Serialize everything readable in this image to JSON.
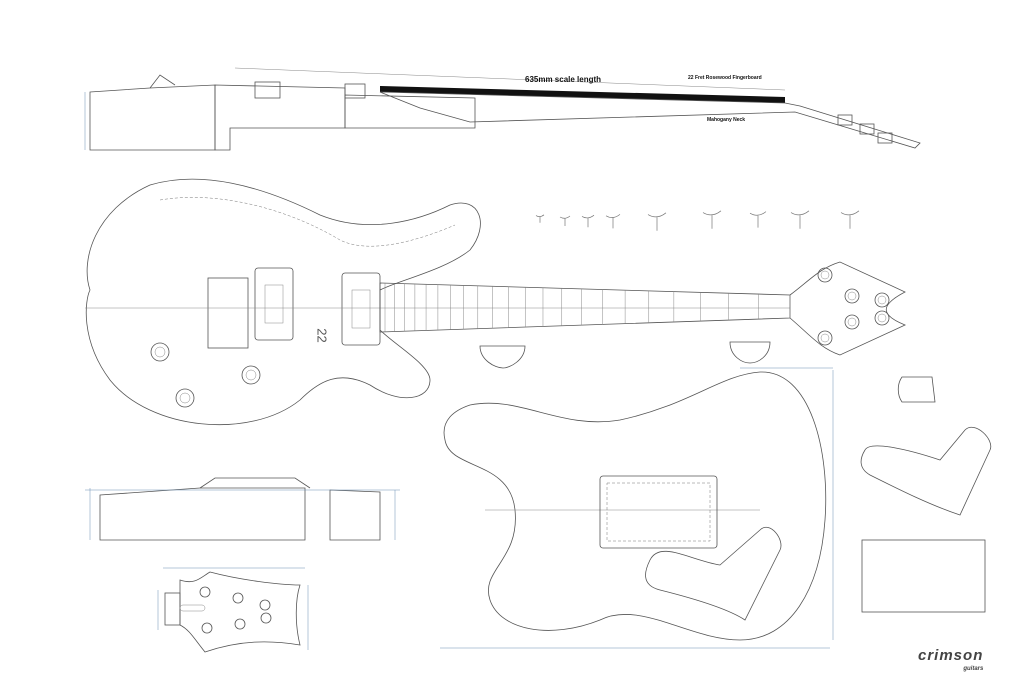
{
  "side_profile": {
    "scale_length_label": "635mm scale length",
    "fingerboard_label": "22 Fret Rosewood Fingerboard",
    "neck_label": "Mahogany Neck"
  },
  "body_top": {
    "fret_marker_text": "22"
  },
  "logo": {
    "brand": "crimson",
    "sub": "guitars"
  },
  "colors": {
    "line": "#555555",
    "dimension": "#6a8fb5",
    "fingerboard": "#111111"
  }
}
